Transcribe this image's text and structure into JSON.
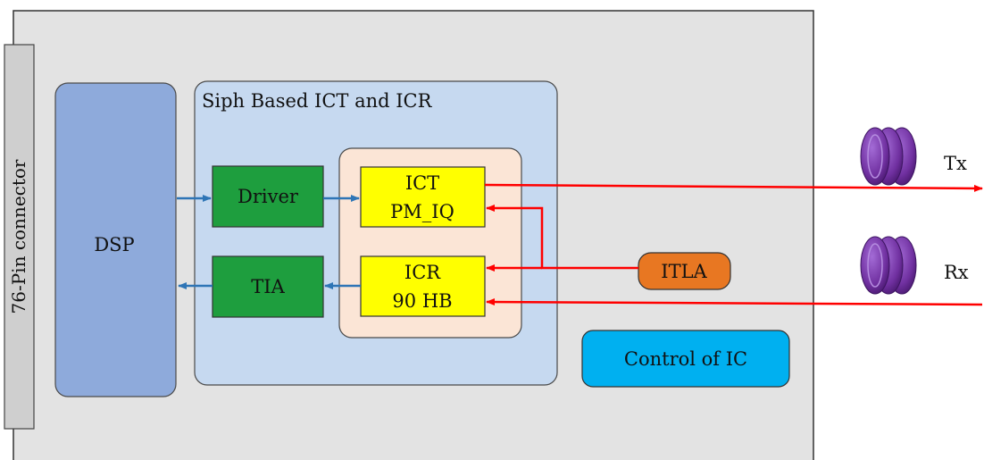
{
  "diagram": {
    "connector_label": "76-Pin connector",
    "dsp_label": "DSP",
    "siph_title": "Siph Based ICT and ICR",
    "driver_label": "Driver",
    "tia_label": "TIA",
    "ict_line1": "ICT",
    "ict_line2": "PM_IQ",
    "icr_line1": "ICR",
    "icr_line2": "90 HB",
    "itla_label": "ITLA",
    "control_label": "Control of IC",
    "tx_label": "Tx",
    "rx_label": "Rx"
  },
  "colors": {
    "board": "#e3e3e3",
    "connector": "#cfcfcf",
    "dsp": "#8eaadb",
    "siph": "#c6d9f0",
    "inner": "#fbe5d6",
    "green": "#1e9e3e",
    "yellow": "#ffff00",
    "itla": "#e87722",
    "control": "#00b0f0",
    "red_arrow": "#ff0000",
    "blue_arrow": "#2e75b6",
    "fiber": "#7030a0"
  }
}
